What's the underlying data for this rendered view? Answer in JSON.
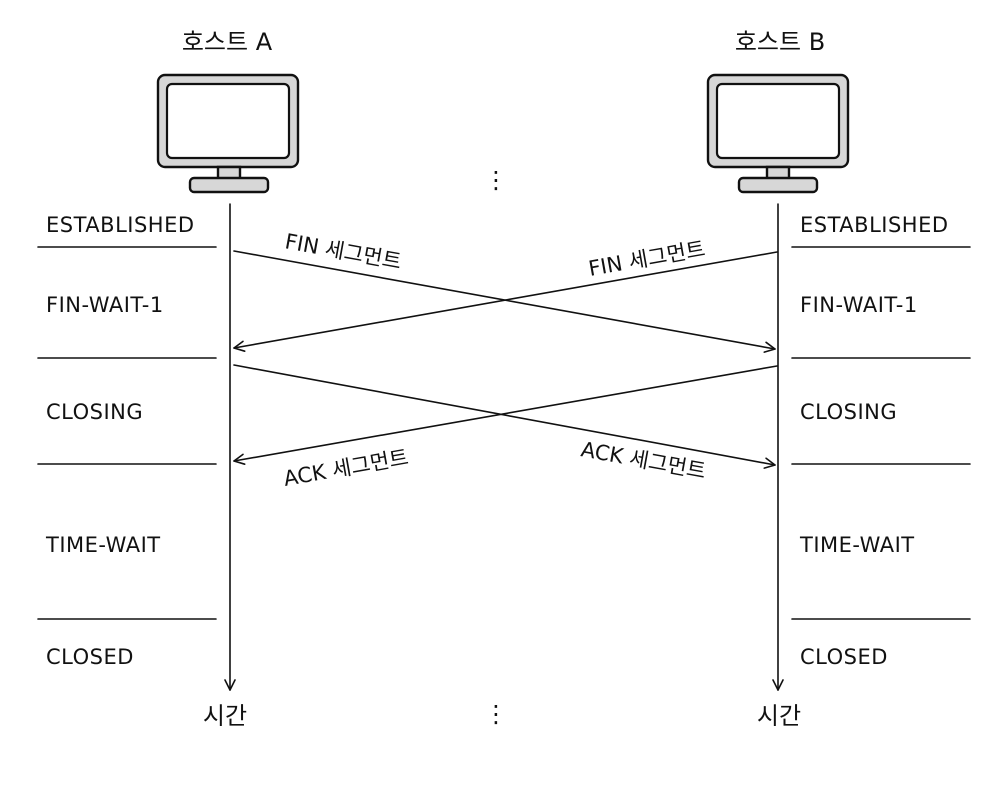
{
  "hosts": {
    "a": {
      "label": "호스트 A",
      "time_label": "시간"
    },
    "b": {
      "label": "호스트 B",
      "time_label": "시간"
    }
  },
  "states": {
    "a": [
      "ESTABLISHED",
      "FIN-WAIT-1",
      "CLOSING",
      "TIME-WAIT",
      "CLOSED"
    ],
    "b": [
      "ESTABLISHED",
      "FIN-WAIT-1",
      "CLOSING",
      "TIME-WAIT",
      "CLOSED"
    ]
  },
  "segments": {
    "fin_a_to_b": "FIN 세그먼트",
    "fin_b_to_a": "FIN 세그먼트",
    "ack_b_to_a": "ACK 세그먼트",
    "ack_a_to_b": "ACK 세그먼트"
  },
  "ellipsis": "⋮",
  "colors": {
    "ink": "#111111",
    "monitor_frame": "#d7d7d7",
    "background": "#ffffff"
  },
  "icons": [
    "monitor-icon",
    "monitor-icon"
  ]
}
